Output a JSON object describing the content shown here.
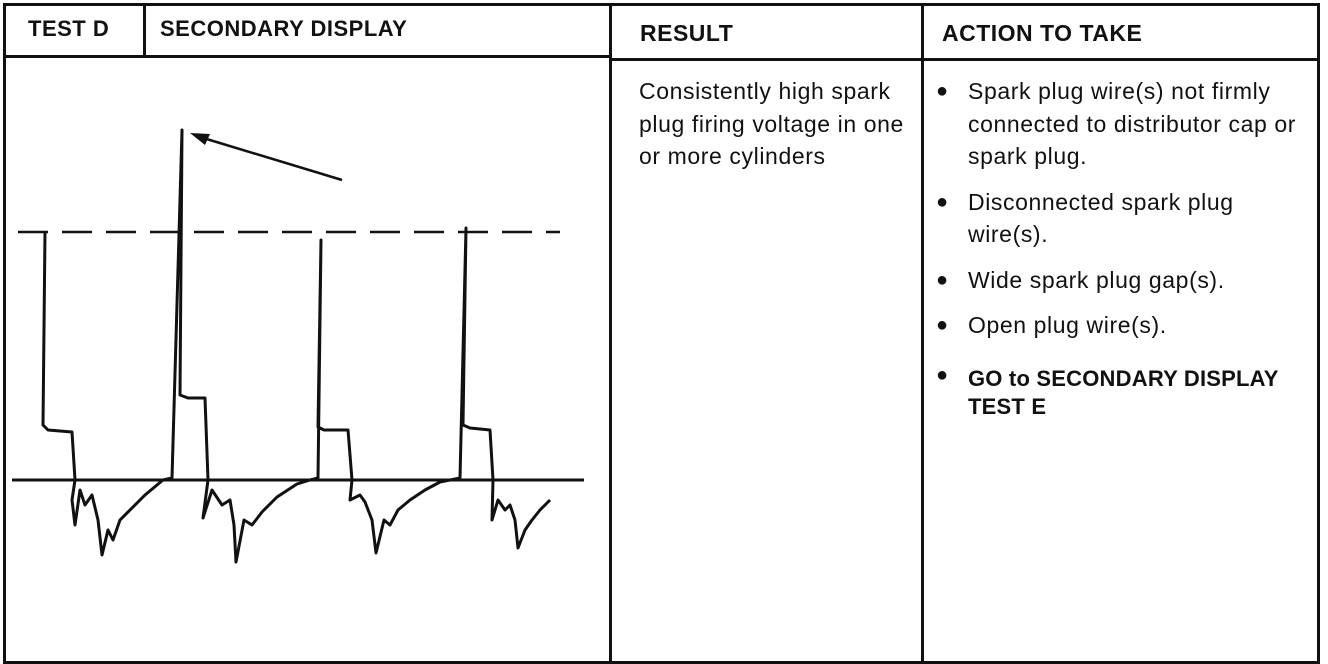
{
  "header": {
    "test_label": "TEST D",
    "display_title": "SECONDARY DISPLAY",
    "result_label": "RESULT",
    "action_label": "ACTION TO TAKE"
  },
  "result": {
    "text": "Consistently high spark plug firing voltage in one or more cylinders"
  },
  "actions": [
    {
      "text": "Spark plug wire(s) not firmly connected to distributor cap or spark plug."
    },
    {
      "text": "Disconnected spark plug wire(s)."
    },
    {
      "text": "Wide spark plug gap(s)."
    },
    {
      "text": "Open plug wire(s)."
    },
    {
      "text": "GO to SECONDARY DISPLAY TEST E"
    }
  ]
}
